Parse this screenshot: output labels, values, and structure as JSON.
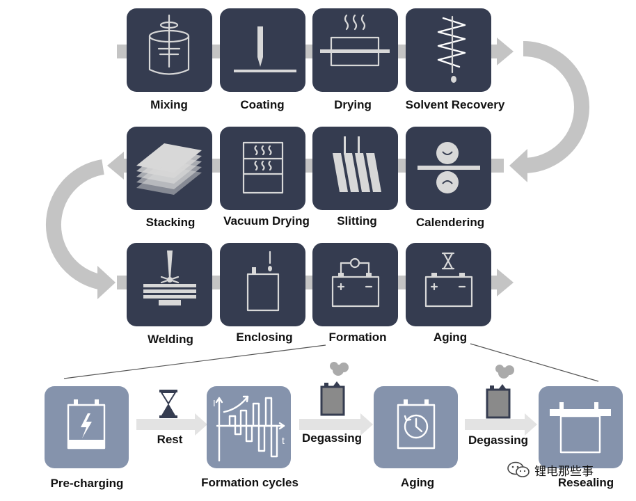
{
  "top_steps": [
    {
      "label": "Mixing",
      "icon": "mixing-tank-icon"
    },
    {
      "label": "Coating",
      "icon": "coating-blade-icon"
    },
    {
      "label": "Drying",
      "icon": "drying-oven-icon"
    },
    {
      "label": "Solvent Recovery",
      "icon": "solvent-coil-icon"
    },
    {
      "label": "Calendering",
      "icon": "calender-rollers-icon"
    },
    {
      "label": "Slitting",
      "icon": "slitting-strips-icon"
    },
    {
      "label": "Vacuum Drying",
      "icon": "vacuum-oven-icon"
    },
    {
      "label": "Stacking",
      "icon": "stacked-sheets-icon"
    },
    {
      "label": "Welding",
      "icon": "laser-welding-icon"
    },
    {
      "label": "Enclosing",
      "icon": "pouch-enclosing-icon"
    },
    {
      "label": "Formation",
      "icon": "battery-meter-icon"
    },
    {
      "label": "Aging",
      "icon": "battery-hourglass-icon"
    }
  ],
  "formation_detail": {
    "steps": [
      {
        "label": "Pre-charging",
        "icon": "precharge-cell-icon"
      },
      {
        "label": "Formation cycles",
        "icon": "current-cycle-icon"
      },
      {
        "label": "Aging",
        "icon": "cell-clock-icon"
      },
      {
        "label": "Resealing",
        "icon": "reseal-cell-icon"
      }
    ],
    "transitions": [
      {
        "label": "Rest",
        "icon": "hourglass-icon"
      },
      {
        "label": "Degassing",
        "icon": "gas-release-cell-icon"
      },
      {
        "label": "Degassing",
        "icon": "gas-release-cell-icon"
      }
    ],
    "axis_y": "I",
    "axis_x": "t"
  },
  "watermark": {
    "text": "锂电那些事",
    "icon": "wechat-icon"
  },
  "colors": {
    "tile_dark": "#353c50",
    "tile_light": "#8593ac",
    "arrow": "#c4c4c4",
    "icon": "#d8d8d8"
  }
}
